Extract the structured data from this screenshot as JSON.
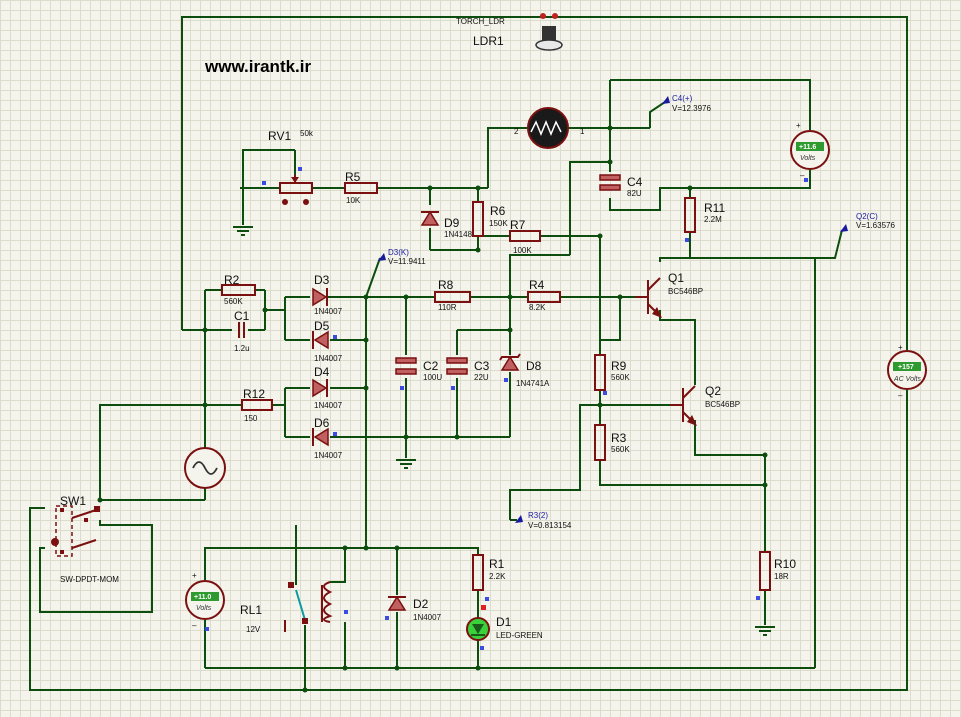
{
  "website": "www.irantk.ir",
  "components": {
    "ldr": {
      "ref": "LDR1",
      "value": "TORCH_LDR",
      "pin1": "1",
      "pin2": "2"
    },
    "rv1": {
      "ref": "RV1",
      "value": "50k"
    },
    "r5": {
      "ref": "R5",
      "value": "10K"
    },
    "r6": {
      "ref": "R6",
      "value": "150K"
    },
    "r7": {
      "ref": "R7",
      "value": "100K"
    },
    "r2": {
      "ref": "R2",
      "value": "560K"
    },
    "r8": {
      "ref": "R8",
      "value": "110R"
    },
    "r4": {
      "ref": "R4",
      "value": "8.2K"
    },
    "r12": {
      "ref": "R12",
      "value": "150"
    },
    "r9": {
      "ref": "R9",
      "value": "560K"
    },
    "r3": {
      "ref": "R3",
      "value": "560K"
    },
    "r11": {
      "ref": "R11",
      "value": "2.2M"
    },
    "r10": {
      "ref": "R10",
      "value": "18R"
    },
    "r1": {
      "ref": "R1",
      "value": "2.2K"
    },
    "c1": {
      "ref": "C1",
      "value": "1.2u"
    },
    "c2": {
      "ref": "C2",
      "value": "100U"
    },
    "c3": {
      "ref": "C3",
      "value": "22U"
    },
    "c4": {
      "ref": "C4",
      "value": "82U"
    },
    "d9": {
      "ref": "D9",
      "value": "1N4148"
    },
    "d3": {
      "ref": "D3",
      "value": "1N4007"
    },
    "d5": {
      "ref": "D5",
      "value": "1N4007"
    },
    "d4": {
      "ref": "D4",
      "value": "1N4007"
    },
    "d6": {
      "ref": "D6",
      "value": "1N4007"
    },
    "d8": {
      "ref": "D8",
      "value": "1N4741A"
    },
    "d2": {
      "ref": "D2",
      "value": "1N4007"
    },
    "d1": {
      "ref": "D1",
      "value": "LED-GREEN"
    },
    "q1": {
      "ref": "Q1",
      "value": "BC546BP"
    },
    "q2": {
      "ref": "Q2",
      "value": "BC546BP"
    },
    "sw1": {
      "ref": "SW1",
      "value": "SW-DPDT-MOM"
    },
    "rl1": {
      "ref": "RL1",
      "value": "12V"
    }
  },
  "probes": {
    "c4": {
      "label": "C4(+)",
      "value": "V=12.3976"
    },
    "q2": {
      "label": "Q2(C)",
      "value": "V=1.63576"
    },
    "d3": {
      "label": "D3(K)",
      "value": "V=11.9411"
    },
    "r3": {
      "label": "R3(2)",
      "value": "V=0.813154"
    }
  },
  "meters": {
    "dc_top": {
      "reading": "+11.6",
      "unit": "Volts"
    },
    "ac_right": {
      "reading": "+157",
      "unit": "AC Volts"
    },
    "dc_bottom": {
      "reading": "+11.0",
      "unit": "Volts"
    }
  },
  "colors": {
    "wire": "#0d4d0d",
    "component": "#7a1010",
    "probe": "#1a1aa0",
    "meter": "#2f9a2f",
    "led": "#3ad23a",
    "background": "#f4f4ec"
  }
}
